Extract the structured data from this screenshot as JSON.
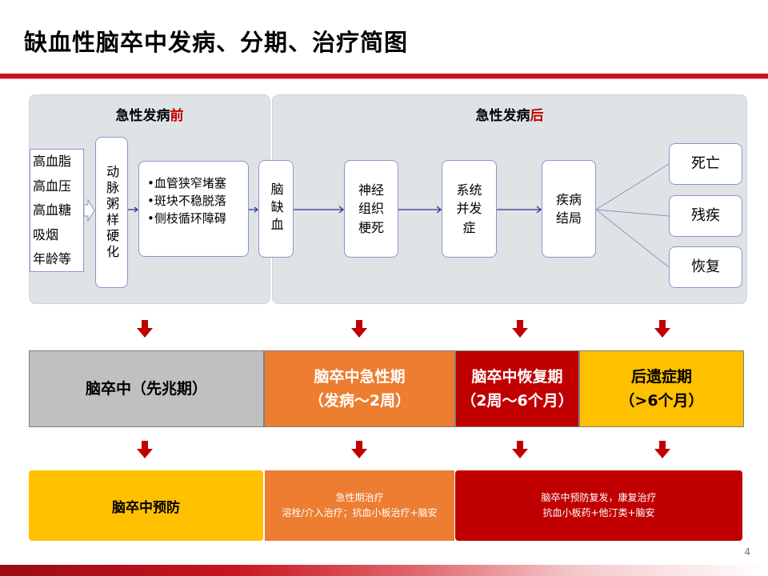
{
  "title": "缺血性脑卒中发病、分期、治疗简图",
  "pre_panel": {
    "title_main": "急性发病",
    "title_accent": "前"
  },
  "post_panel": {
    "title_main": "急性发病",
    "title_accent": "后"
  },
  "risk_factors": [
    "高血脂",
    "高血压",
    "高血糖",
    "吸烟",
    "年龄等"
  ],
  "atherosclerosis": "动脉粥样硬化",
  "vessel_issues": [
    "•血管狭窄堵塞",
    "•斑块不稳脱落",
    "•侧枝循环障碍"
  ],
  "ischemia": "脑缺血",
  "flow_boxes": {
    "infarct": [
      "神经",
      "组织",
      "梗死"
    ],
    "complication": [
      "系统",
      "并发",
      "症"
    ],
    "outcome": [
      "疾病",
      "结局"
    ]
  },
  "outcomes": [
    "死亡",
    "残疾",
    "恢复"
  ],
  "phases": [
    {
      "line1": "脑卒中（先兆期）",
      "line2": ""
    },
    {
      "line1": "脑卒中急性期",
      "line2": "（发病～2周）"
    },
    {
      "line1": "脑卒中恢复期",
      "line2": "（2周～6个月）"
    },
    {
      "line1": "后遗症期",
      "line2": "（>6个月）"
    }
  ],
  "treatments": [
    {
      "line1": "脑卒中预防",
      "line2": ""
    },
    {
      "line1": "急性期治疗",
      "line2": "溶栓/介入治疗；抗血小板治疗+脑安"
    },
    {
      "line1": "脑卒中预防复发，康复治疗",
      "line2": "抗血小板药+他汀类+脑安"
    }
  ],
  "page_number": "4",
  "colors": {
    "brand_red": "#c8141e",
    "phase_gray": "#c0c0c0",
    "phase_orange": "#ed7d31",
    "phase_darkred": "#c00000",
    "phase_yellow": "#ffc000",
    "arrow_blue": "#2e3192",
    "arrow_red": "#c00000"
  }
}
